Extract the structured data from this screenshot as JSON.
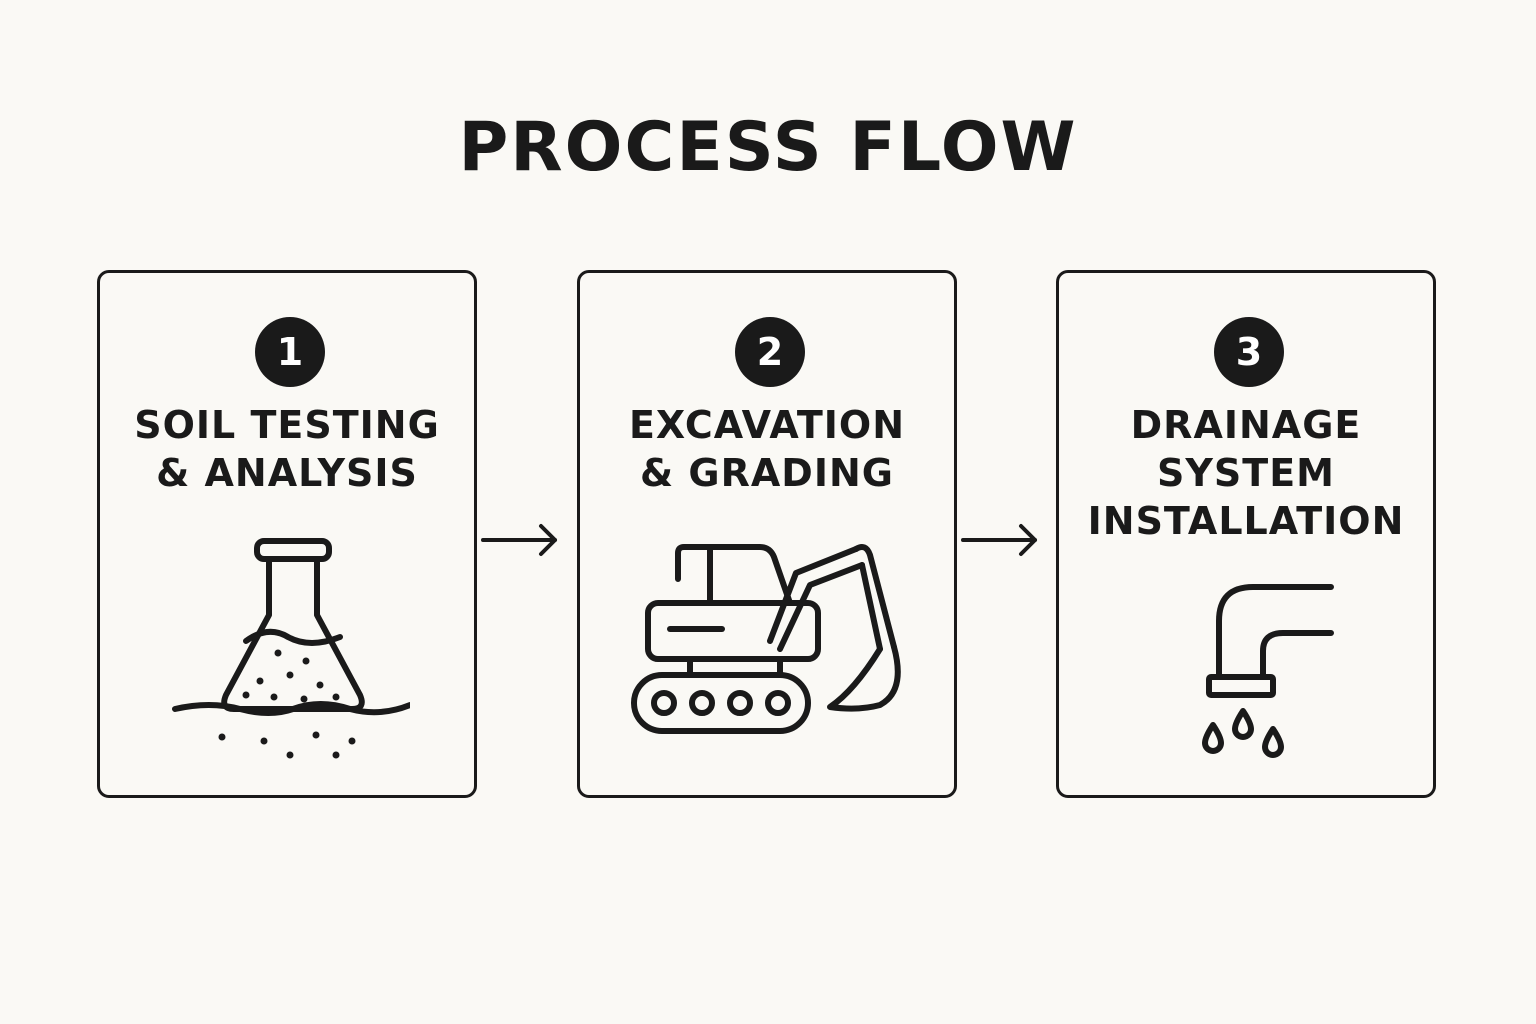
{
  "diagram": {
    "title": "PROCESS FLOW",
    "steps": [
      {
        "number": "1",
        "label_lines": [
          "SOIL TESTING",
          "& ANALYSIS"
        ],
        "icon": "flask-soil-icon"
      },
      {
        "number": "2",
        "label_lines": [
          "EXCAVATION",
          "& GRADING"
        ],
        "icon": "excavator-icon"
      },
      {
        "number": "3",
        "label_lines": [
          "DRAINAGE",
          "SYSTEM",
          "INSTALLATION"
        ],
        "icon": "drain-pipe-icon"
      }
    ],
    "connectors": [
      {
        "from": "1",
        "to": "2"
      },
      {
        "from": "2",
        "to": "3"
      }
    ],
    "colors": {
      "background": "#faf9f5",
      "ink": "#1a1a1a",
      "badge_text": "#ffffff"
    }
  }
}
